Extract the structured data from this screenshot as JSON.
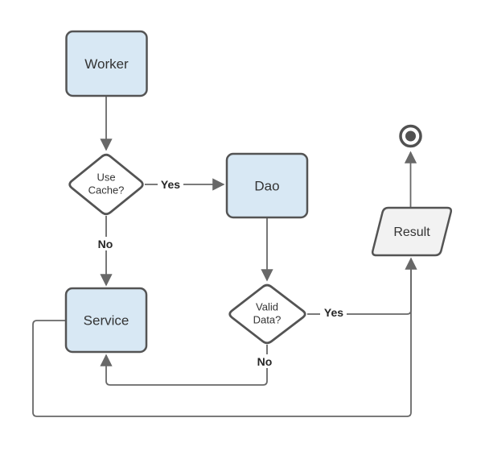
{
  "diagram": {
    "nodes": {
      "worker": {
        "label": "Worker"
      },
      "use_cache": {
        "line1": "Use",
        "line2": "Cache?"
      },
      "dao": {
        "label": "Dao"
      },
      "service": {
        "label": "Service"
      },
      "valid_data": {
        "line1": "Valid",
        "line2": "Data?"
      },
      "result": {
        "label": "Result"
      }
    },
    "edges": {
      "use_cache_yes_label": "Yes",
      "use_cache_no_label": "No",
      "valid_data_yes_label": "Yes",
      "valid_data_no_label": "No"
    },
    "colors": {
      "process_fill": "#d8e8f4",
      "decision_fill": "#ffffff",
      "result_fill": "#f2f2f2",
      "shape_stroke": "#545454",
      "connector_stroke": "#686868",
      "text": "#333333",
      "background": "#ffffff"
    }
  }
}
